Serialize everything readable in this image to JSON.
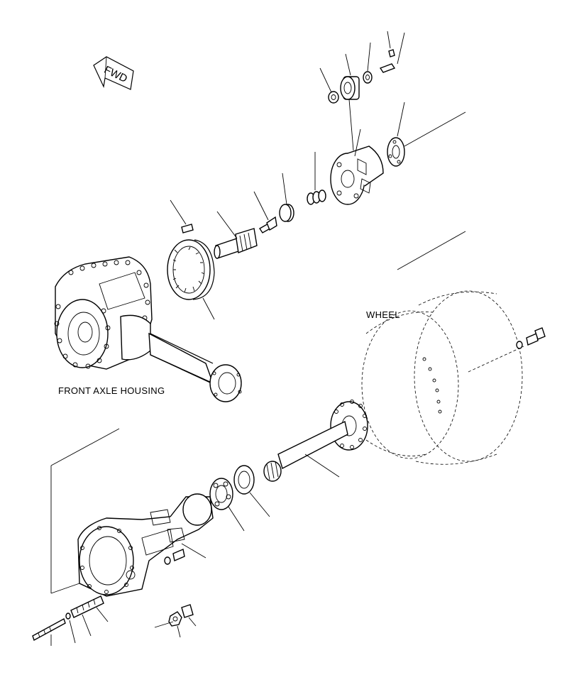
{
  "labels": {
    "fwd": "FWD",
    "wheel": "WHEEL",
    "front_axle_housing": "FRONT AXLE HOUSING"
  }
}
